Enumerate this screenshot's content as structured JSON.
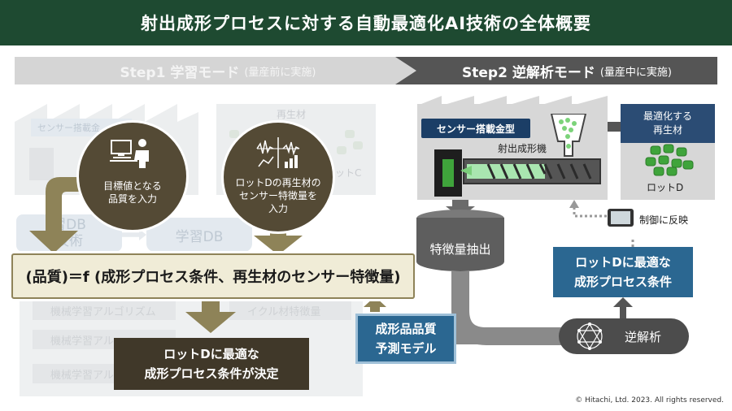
{
  "header": {
    "title": "射出成形プロセスに対する自動最適化AI技術の全体概要"
  },
  "step1": {
    "title": "Step1 学習モード",
    "sub": "(量産前に実施)"
  },
  "step2": {
    "title": "Step2 逆解析モード",
    "sub": "(量産中に実施)"
  },
  "background_faded": {
    "sensor_mold": "センサー搭載金",
    "recycled_material": "再生材",
    "lot_c": "ットC",
    "learning_db_left": "習DB",
    "learning_db_left2": "技術",
    "learning_db": "学習DB",
    "ml_algorithm_1": "機械学習アルゴリズム",
    "ml_algorithm_2": "機械学習アル",
    "ml_algorithm_3": "機械学習アル",
    "recycle_feature": "イクル材特徴量"
  },
  "circle_target": {
    "line1": "目標値となる",
    "line2": "品質を入力",
    "icon": "person-computer-icon"
  },
  "circle_lot": {
    "line1": "ロットDの再生材の",
    "line2": "センサー特徴量を",
    "line3": "入力",
    "icon": "signal-chart-icon"
  },
  "formula": {
    "text": "(品質)＝f (成形プロセス条件、再生材のセンサー特徴量)"
  },
  "result": {
    "line1": "ロットDに最適な",
    "line2": "成形プロセス条件が決定"
  },
  "quality_model": {
    "line1": "成形品品質",
    "line2": "予測モデル"
  },
  "machine": {
    "sensor_label": "センサー搭載金型",
    "machine_label": "射出成形機"
  },
  "material": {
    "line1": "最適化する",
    "line2": "再生材",
    "lot": "ロットD"
  },
  "feature_extraction": "特徴量抽出",
  "control": {
    "label": "制御に反映"
  },
  "optimal_conditions": {
    "line1": "ロットDに最適な",
    "line2": "成形プロセス条件"
  },
  "inverse_analysis": "逆解析",
  "copyright": "© Hitachi, Ltd. 2023. All rights reserved.",
  "colors": {
    "header_green": "#1e4a31",
    "brown": "#544a35",
    "dark_brown": "#403829",
    "olive_arrow": "#8e8358",
    "blue": "#2b6791",
    "navy": "#1b3e66",
    "gray_pipe": "#8a8a8a",
    "pellet_green": "#3fa43b"
  }
}
